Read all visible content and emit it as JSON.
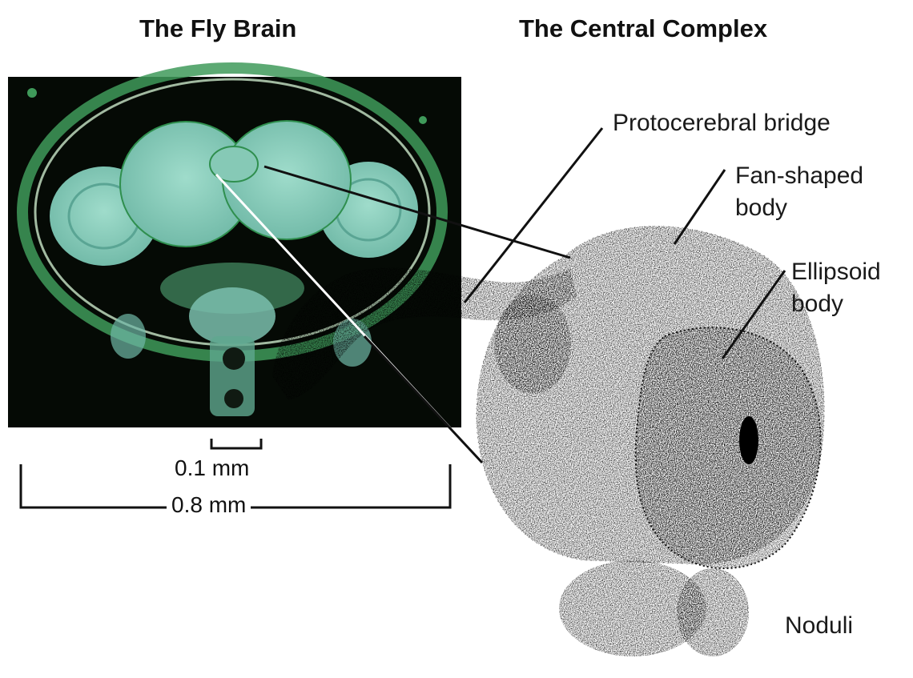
{
  "titles": {
    "left": "The Fly Brain",
    "right": "The Central Complex"
  },
  "labels": {
    "protocerebral_bridge": "Protocerebral bridge",
    "fan_shaped_body": "Fan-shaped\nbody",
    "ellipsoid_body": "Ellipsoid\nbody",
    "noduli": "Noduli"
  },
  "scale_bars": {
    "small": "0.1 mm",
    "large": "0.8 mm"
  },
  "colors": {
    "micrograph_background": "#050a05",
    "tissue": "#8ecfc0",
    "tissue_outline": "#2f8f4e",
    "line": "#111111"
  }
}
